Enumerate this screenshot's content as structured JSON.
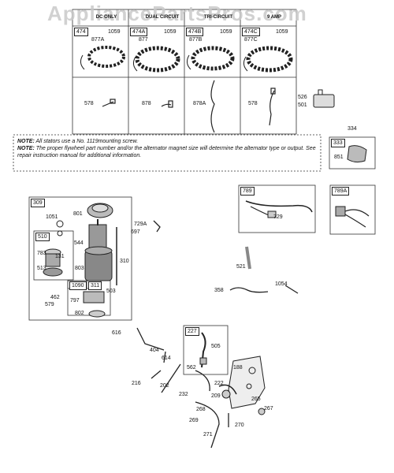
{
  "watermark": "AppliancePartsPros.com",
  "stator_table": {
    "headers": [
      "DC ONLY",
      "DUAL CIRCUIT",
      "TRI-CIRCUIT",
      "9 AMP"
    ],
    "keys": [
      "474",
      "474A",
      "474B",
      "474C"
    ],
    "stators": [
      "877A",
      "877",
      "877B",
      "877C"
    ],
    "screw": "1059",
    "harness": [
      "578",
      "878",
      "878A",
      "578"
    ]
  },
  "note": {
    "line1_prefix": "NOTE:",
    "line1": "All stators use a No. 1119mounting screw.",
    "line2_prefix": "NOTE:",
    "line2": "The proper flywheel part number and/or the alternator magnet size will determine the alternator type or output. See repair instruction manual for additional information."
  },
  "boxes": {
    "b309": "309",
    "b510": "510",
    "b1090": "1090",
    "b311": "311",
    "b333": "333",
    "b789": "789",
    "b789A": "789A",
    "b227": "227"
  },
  "parts": {
    "p526": "526",
    "p501": "501",
    "p334": "334",
    "p851": "851",
    "p729": "729",
    "p1051": "1051",
    "p801": "801",
    "p544": "544",
    "p310": "310",
    "p783": "783",
    "p131": "131",
    "p513": "513",
    "p803": "803",
    "p462": "462",
    "p579": "579",
    "p797": "797",
    "p802": "802",
    "p503": "503",
    "p729A": "729A",
    "p697": "697",
    "p521": "521",
    "p358": "358",
    "p1054": "1054",
    "p616": "616",
    "p404": "404",
    "p614": "614",
    "p505": "505",
    "p562": "562",
    "p188": "188",
    "p216": "216",
    "p202": "202",
    "p232": "232",
    "p222": "222",
    "p209": "209",
    "p265": "265",
    "p267": "267",
    "p268": "268",
    "p269": "269",
    "p270": "270",
    "p271": "271"
  }
}
